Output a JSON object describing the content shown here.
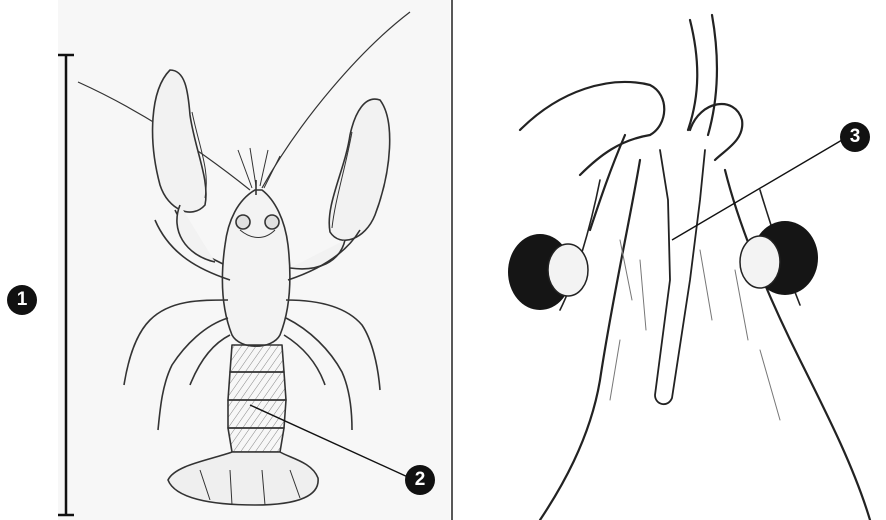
{
  "markers": [
    {
      "id": "m1",
      "label": "1"
    },
    {
      "id": "m2",
      "label": "2"
    },
    {
      "id": "m3",
      "label": "3"
    }
  ],
  "colors": {
    "ink": "#111111",
    "panel_background": "#f6f6f6",
    "divider": "#222222"
  },
  "panels": {
    "left": "crayfish-whole-body-drawing",
    "right": "crayfish-head-closeup-drawing"
  }
}
